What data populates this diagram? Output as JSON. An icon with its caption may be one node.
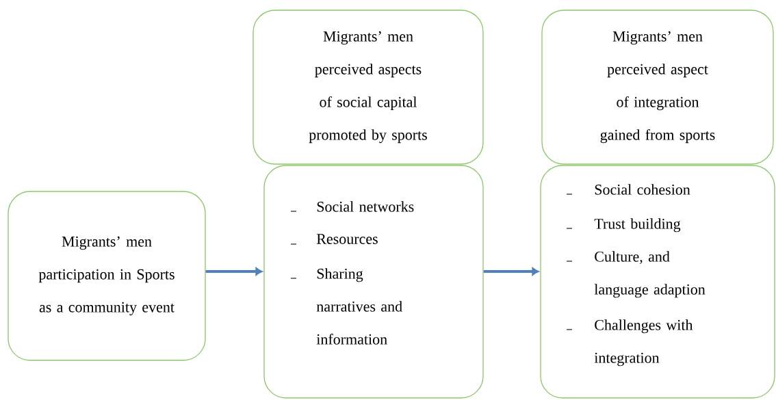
{
  "diagram": {
    "nodes": [
      {
        "text": [
          "Migrants’ men participation in Sports as a community event"
        ]
      },
      {
        "text": [
          "Migrants’ men perceived aspects of social capital promoted by sports"
        ]
      },
      {
        "text": [
          "Social networks",
          "Resources",
          "Sharing narratives and information"
        ]
      },
      {
        "text": [
          "Migrants’ men perceived aspect of integration gained from sports"
        ]
      },
      {
        "text": [
          "Social cohesion",
          "Trust building",
          "Culture, and language adaption",
          "Challenges with integration"
        ]
      }
    ],
    "edges": [
      {
        "from": 0,
        "to": 2,
        "arrow": "to"
      },
      {
        "from": 2,
        "to": 4,
        "arrow": "to"
      }
    ]
  }
}
